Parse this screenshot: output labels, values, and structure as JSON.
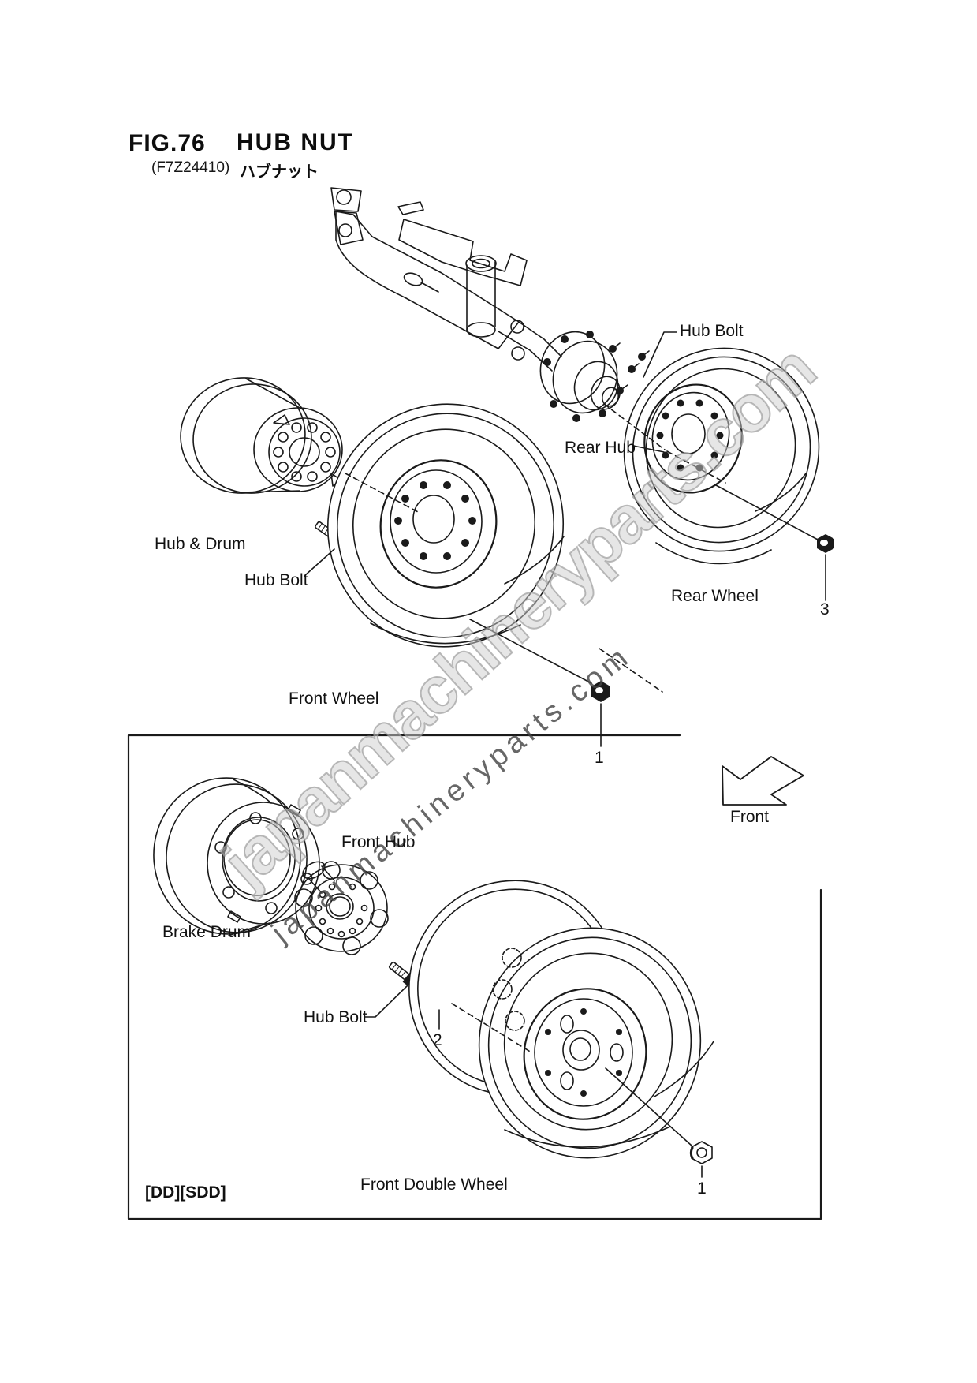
{
  "page": {
    "background": "#ffffff",
    "line_color": "#1a1a1a"
  },
  "header": {
    "fig_label": "FIG.76",
    "title": "HUB NUT",
    "part_code": "(F7Z24410)",
    "title_jp": "ハブナット"
  },
  "watermark": {
    "large_text": "japanmachineryparts.com",
    "small_text": "japanmachineryparts.com",
    "large_color": "#c9c9c9",
    "small_color": "#464646"
  },
  "diagram": {
    "labels": {
      "hub_bolt_rear": "Hub Bolt",
      "rear_hub": "Rear Hub",
      "hub_and_drum": "Hub & Drum",
      "hub_bolt_front": "Hub Bolt",
      "rear_wheel": "Rear Wheel",
      "front_wheel": "Front Wheel",
      "front_direction": "Front",
      "front_hub": "Front Hub",
      "brake_drum": "Brake Drum",
      "hub_bolt_box": "Hub Bolt",
      "front_double_wheel": "Front Double Wheel",
      "variant_code": "[DD][SDD]"
    },
    "callouts": {
      "front_wheel_nut": "1",
      "wheel_nut_box": "2",
      "rear_wheel_nut": "3",
      "double_wheel_nut": "1"
    }
  }
}
